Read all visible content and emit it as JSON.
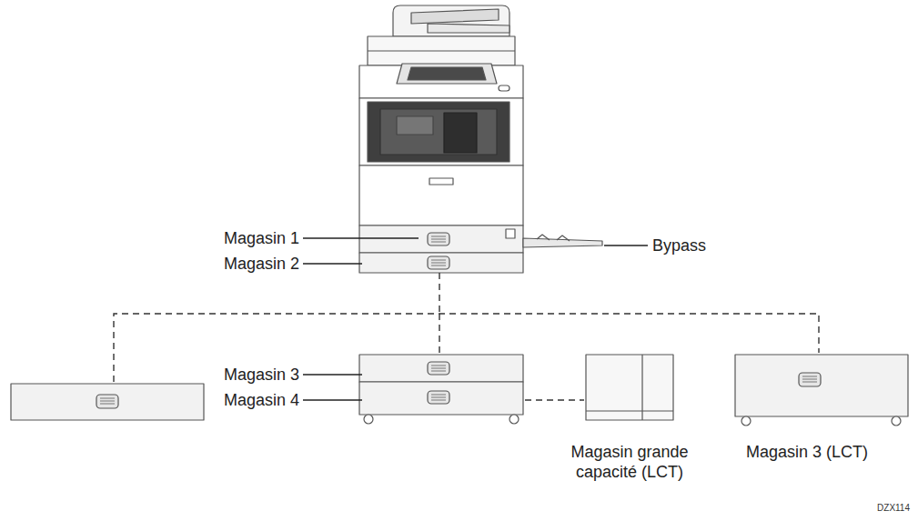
{
  "diagram": {
    "labels": [
      "Magasin 1",
      "Magasin 2",
      "Bypass",
      "Magasin 3",
      "Magasin 4",
      "Magasin grande capacité (LCT)",
      "Magasin 3 (LCT)",
      "DZX114"
    ]
  }
}
